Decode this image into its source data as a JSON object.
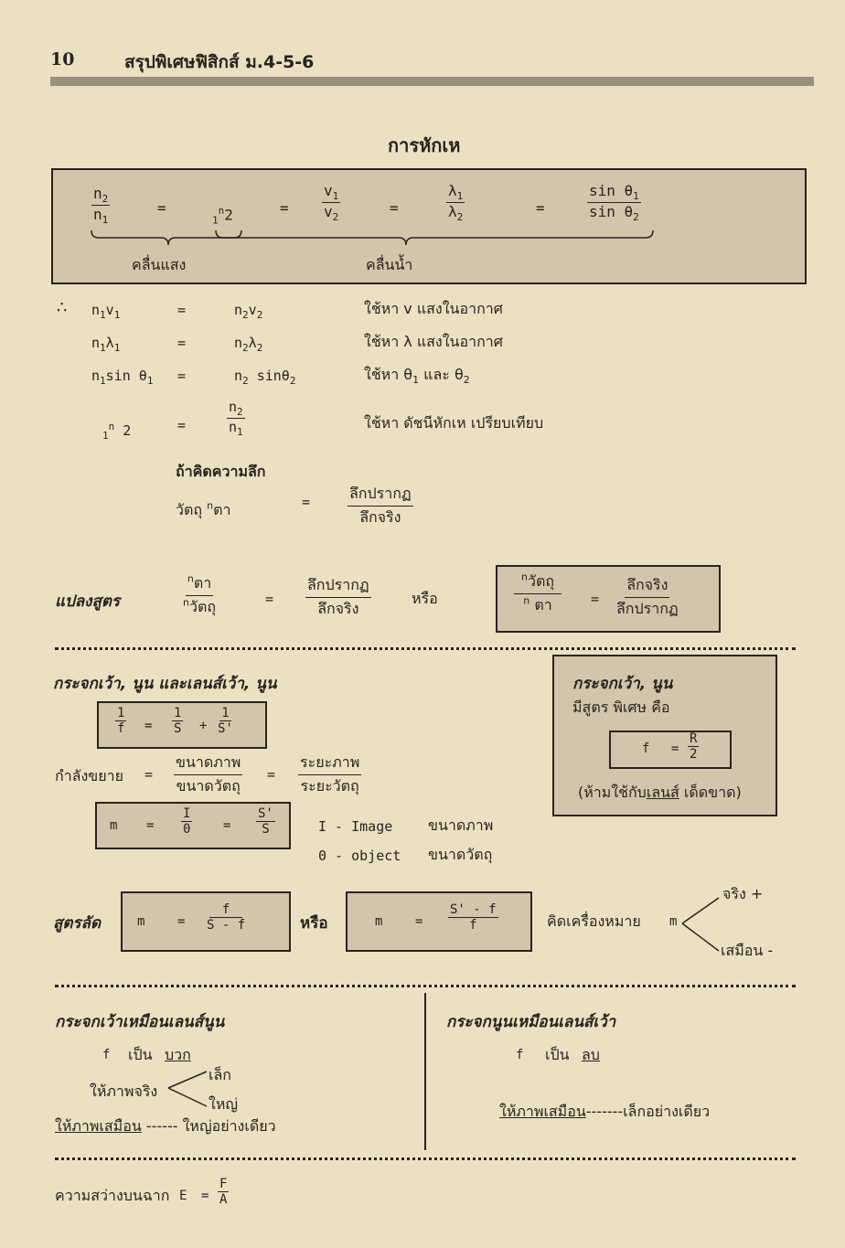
{
  "header": {
    "page_number": "10",
    "book_title": "สรุปพิเศษฟิสิกส์  ม.4-5-6"
  },
  "refraction": {
    "title": "การหักเห",
    "box": {
      "n2": "n",
      "s2": "2",
      "n1": "n",
      "s1": "1",
      "pre1": "1",
      "n_mid": "n",
      "s_mid": "2",
      "v1": "v",
      "v2": "v",
      "lam": "λ",
      "sin1": "sin θ",
      "sin2": "sin θ",
      "eq": "=",
      "one": "1",
      "two": "2",
      "label_light": "คลื่นแสง",
      "label_water": "คลื่นน้ำ"
    },
    "therefore": "∴",
    "rows": [
      {
        "lhs": "n",
        "lhs_sub": "1",
        "lhs_var": "v",
        "lhs_sub2": "1",
        "rhs": "n",
        "rhs_sub": "2",
        "rhs_var": "v",
        "rhs_sub2": "2",
        "desc": "ใช้หา v แสงในอากาศ"
      },
      {
        "lhs": "n",
        "lhs_sub": "1",
        "lhs_var": "λ",
        "lhs_sub2": "1",
        "rhs": "n",
        "rhs_sub": "2",
        "rhs_var": "λ",
        "rhs_sub2": "2",
        "desc": "ใช้หา λ แสงในอากาศ"
      },
      {
        "lhs": "n",
        "lhs_sub": "1",
        "lhs_var": "sin θ",
        "lhs_sub2": "1",
        "rhs": "n",
        "rhs_sub": "2",
        "rhs_var": "sinθ",
        "rhs_sub2": "2",
        "desc_a": "ใช้หา θ",
        "desc_sub": "1",
        "desc_b": " และ θ",
        "desc_sub2": "2"
      },
      {
        "desc": "ใช้หา ดัชนีหักเห เปรียบเทียบ"
      }
    ],
    "depth": {
      "heading": "ถ้าคิดความลึก",
      "lhs": "วัตถุ",
      "sup": "n",
      "lhs2": "ตา",
      "num": "ลึกปรากฏ",
      "den": "ลึกจริง"
    },
    "convert": {
      "label": "แปลงสูตร",
      "n_eye": "ตา",
      "n_obj": "วัตถุ",
      "n": "n",
      "app": "ลึกปรากฏ",
      "real": "ลึกจริง",
      "or": "หรือ"
    }
  },
  "mirrors": {
    "heading": "กระจกเว้า, นูน และเลนส์เว้า, นูน",
    "f": "f",
    "s": "S",
    "sp": "S'",
    "one": "1",
    "plus": "+",
    "mag_label": "กำลังขยาย",
    "img_size": "ขนาดภาพ",
    "obj_size": "ขนาดวัตถุ",
    "img_dist": "ระยะภาพ",
    "obj_dist": "ระยะวัตถุ",
    "m": "m",
    "I": "I",
    "O": "0",
    "legend_i": "I - Image",
    "legend_i_th": "ขนาดภาพ",
    "legend_o": "0 - object",
    "legend_o_th": "ขนาดวัตถุ",
    "special": {
      "heading": "กระจกเว้า, นูน",
      "line": "มีสูตร พิเศษ คือ",
      "R": "R",
      "two": "2",
      "note_a": "(ห้ามใช้กับ",
      "note_u": "เลนส์",
      "note_b": " เด็ดขาด)"
    },
    "shortcut": {
      "label": "สูตรลัด",
      "f": "f",
      "den1": "S - f",
      "num2": "S' - f",
      "or": "หรือ",
      "sign_label": "คิดเครื่องหมาย",
      "real": "จริง +",
      "virtual": "เสมือน -"
    }
  },
  "concave": {
    "heading": "กระจกเว้าเหมือนเลนส์นูน",
    "f_line": "เป็น",
    "f_val": "บวก",
    "real_label": "ให้ภาพจริง",
    "small": "เล็ก",
    "big": "ใหญ่",
    "virtual_label": "ให้ภาพเสมือน",
    "virtual_rest": "------ ใหญ่อย่างเดียว"
  },
  "convex": {
    "heading": "กระจกนูนเหมือนเลนส์เว้า",
    "f_line": "เป็น",
    "f_val": "ลบ",
    "virtual_label": "ให้ภาพเสมือน",
    "virtual_rest": "-------เล็กอย่างเดียว"
  },
  "illum": {
    "label": "ความสว่างบนฉาก",
    "E": "E",
    "eq": "=",
    "F": "F",
    "A": "A"
  }
}
